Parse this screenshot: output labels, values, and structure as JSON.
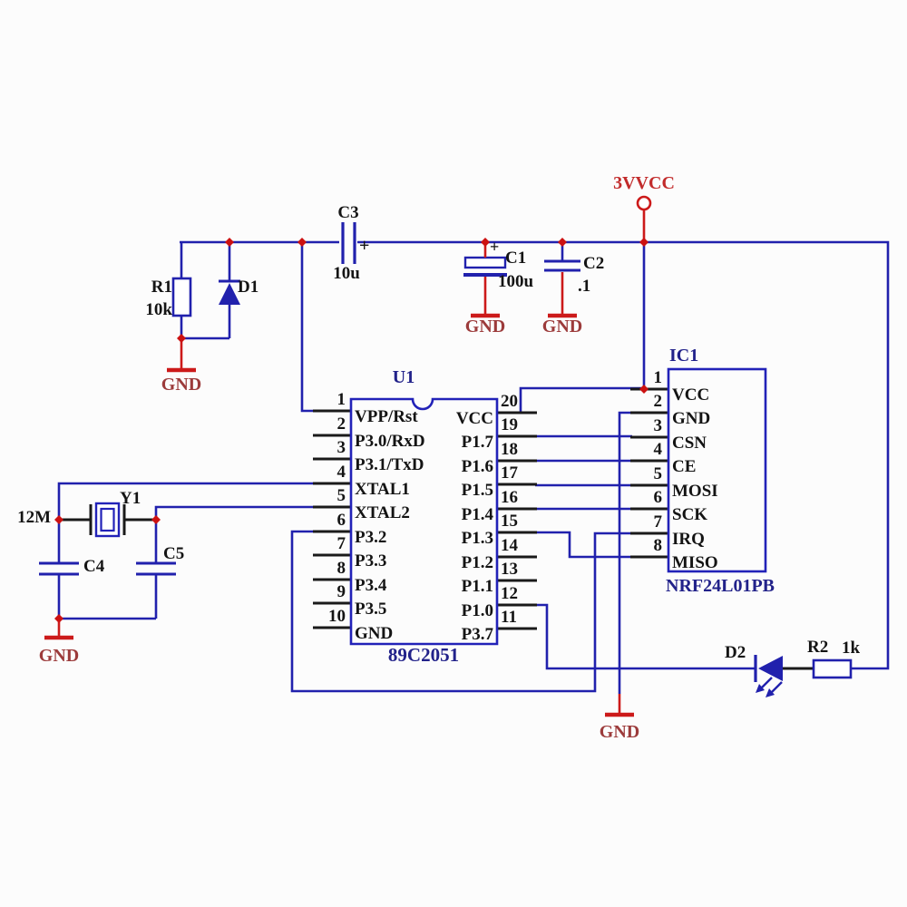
{
  "schematic": {
    "power": {
      "vcc_label": "3VVCC",
      "gnd": "GND"
    },
    "reset": {
      "r1": "R1",
      "r1_value": "10k",
      "d1": "D1",
      "c3": "C3",
      "c3_value": "10u",
      "c3_plus": "+"
    },
    "decoupling": {
      "c1": "C1",
      "c1_value": "100u",
      "c1_plus": "+",
      "c2": "C2",
      "c2_value": ".1"
    },
    "osc": {
      "y1": "Y1",
      "freq": "12M",
      "c4": "C4",
      "c5": "C5"
    },
    "led": {
      "d2": "D2",
      "r2": "R2",
      "r2_value": "1k"
    },
    "u1": {
      "ref": "U1",
      "part": "89C2051",
      "left_pins": [
        {
          "num": "1",
          "label": "VPP/Rst"
        },
        {
          "num": "2",
          "label": "P3.0/RxD"
        },
        {
          "num": "3",
          "label": "P3.1/TxD"
        },
        {
          "num": "4",
          "label": "XTAL1"
        },
        {
          "num": "5",
          "label": "XTAL2"
        },
        {
          "num": "6",
          "label": "P3.2"
        },
        {
          "num": "7",
          "label": "P3.3"
        },
        {
          "num": "8",
          "label": "P3.4"
        },
        {
          "num": "9",
          "label": "P3.5"
        },
        {
          "num": "10",
          "label": "GND"
        }
      ],
      "right_pins": [
        {
          "num": "20",
          "label": "VCC"
        },
        {
          "num": "19",
          "label": "P1.7"
        },
        {
          "num": "18",
          "label": "P1.6"
        },
        {
          "num": "17",
          "label": "P1.5"
        },
        {
          "num": "16",
          "label": "P1.4"
        },
        {
          "num": "15",
          "label": "P1.3"
        },
        {
          "num": "14",
          "label": "P1.2"
        },
        {
          "num": "13",
          "label": "P1.1"
        },
        {
          "num": "12",
          "label": "P1.0"
        },
        {
          "num": "11",
          "label": "P3.7"
        }
      ]
    },
    "ic1": {
      "ref": "IC1",
      "part": "NRF24L01PB",
      "pins": [
        {
          "num": "1",
          "label": "VCC"
        },
        {
          "num": "2",
          "label": "GND"
        },
        {
          "num": "3",
          "label": "CSN"
        },
        {
          "num": "4",
          "label": "CE"
        },
        {
          "num": "5",
          "label": "MOSI"
        },
        {
          "num": "6",
          "label": "SCK"
        },
        {
          "num": "7",
          "label": "IRQ"
        },
        {
          "num": "8",
          "label": "MISO"
        }
      ]
    }
  }
}
